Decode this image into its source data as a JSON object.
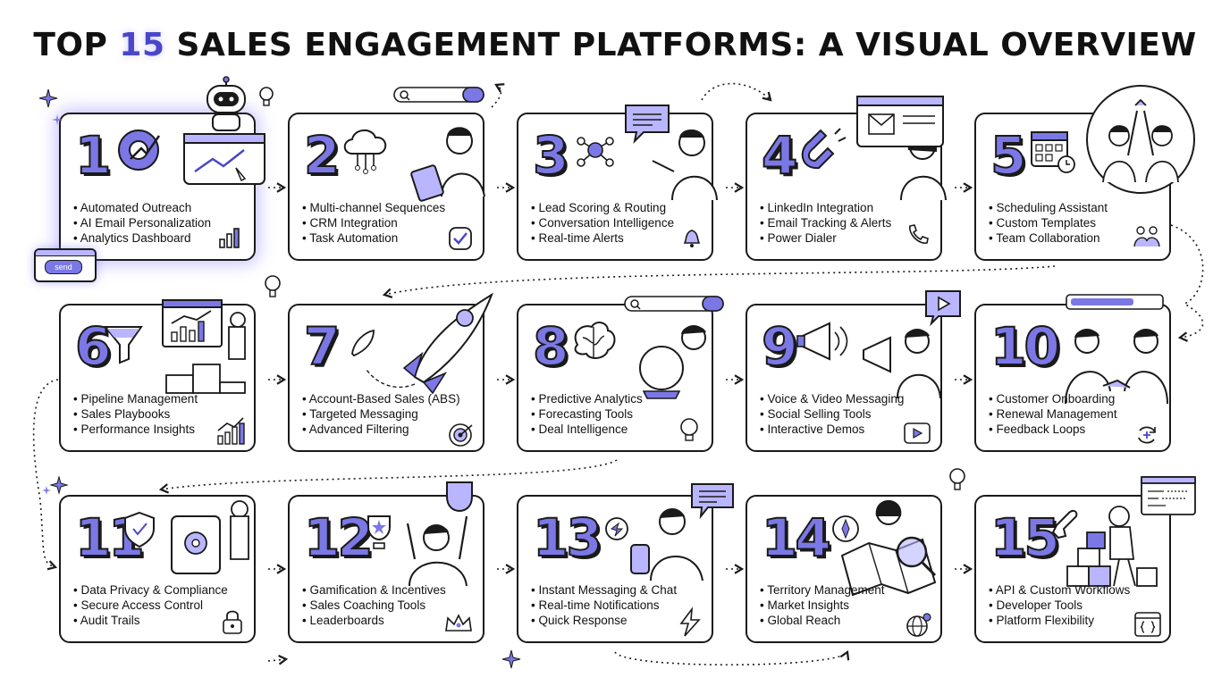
{
  "title": {
    "prefix": "TOP ",
    "highlight": "15",
    "suffix": " SALES ENGAGEMENT PLATFORMS: A VISUAL OVERVIEW"
  },
  "cards": [
    {
      "number": "1",
      "features": [
        "Automated Outreach",
        "AI Email Personalization",
        "Analytics Dashboard"
      ]
    },
    {
      "number": "2",
      "features": [
        "Multi-channel Sequences",
        "CRM Integration",
        "Task Automation"
      ]
    },
    {
      "number": "3",
      "features": [
        "Lead Scoring & Routing",
        "Conversation Intelligence",
        "Real-time Alerts"
      ]
    },
    {
      "number": "4",
      "features": [
        "LinkedIn Integration",
        "Email Tracking & Alerts",
        "Power Dialer"
      ]
    },
    {
      "number": "5",
      "features": [
        "Scheduling Assistant",
        "Custom Templates",
        "Team Collaboration"
      ]
    },
    {
      "number": "6",
      "features": [
        "Pipeline Management",
        "Sales Playbooks",
        "Performance Insights"
      ]
    },
    {
      "number": "7",
      "features": [
        "Account-Based Sales (ABS)",
        "Targeted Messaging",
        "Advanced Filtering"
      ]
    },
    {
      "number": "8",
      "features": [
        "Predictive Analytics",
        "Forecasting Tools",
        "Deal Intelligence"
      ]
    },
    {
      "number": "9",
      "features": [
        "Voice & Video Messaging",
        "Social Selling Tools",
        "Interactive Demos"
      ]
    },
    {
      "number": "10",
      "features": [
        "Customer Onboarding",
        "Renewal Management",
        "Feedback Loops"
      ]
    },
    {
      "number": "11",
      "features": [
        "Data Privacy & Compliance",
        "Secure Access Control",
        "Audit Trails"
      ]
    },
    {
      "number": "12",
      "features": [
        "Gamification & Incentives",
        "Sales Coaching Tools",
        "Leaderboards"
      ]
    },
    {
      "number": "13",
      "features": [
        "Instant Messaging & Chat",
        "Real-time Notifications",
        "Quick Response"
      ]
    },
    {
      "number": "14",
      "features": [
        "Territory Management",
        "Market Insights",
        "Global Reach"
      ]
    },
    {
      "number": "15",
      "features": [
        "API & Custom Workflows",
        "Developer Tools",
        "Platform Flexibility"
      ]
    }
  ],
  "decor": {
    "send_button_label": "send"
  },
  "colors": {
    "accent": "#7b78e6",
    "accent_dark": "#4a46c9",
    "glow": "#b9b6ff",
    "ink": "#1a1a1a"
  }
}
